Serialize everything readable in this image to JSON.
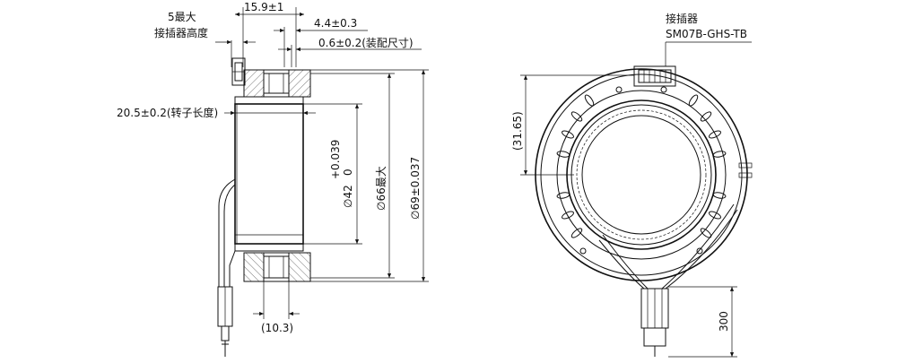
{
  "side_view": {
    "dims": {
      "width_top": "15.9±1",
      "offset_a": "4.4±0.3",
      "offset_b": "0.6±0.2(装配尺寸)",
      "connector_height_line1": "5最大",
      "connector_height_line2": "接插器高度",
      "rotor_length": "20.5±0.2(转子长度)",
      "inner_tol_upper": "+0.039",
      "inner_tol_lower": "0",
      "inner_diameter": "∅42",
      "outer_max": "∅66最大",
      "outer_diameter": "∅69±0.037",
      "bottom_width": "(10.3)"
    }
  },
  "front_view": {
    "connector_label": "接插器",
    "connector_model": "SM07B-GHS-TB",
    "height_dim": "(31.65)",
    "lead_length": "300"
  }
}
